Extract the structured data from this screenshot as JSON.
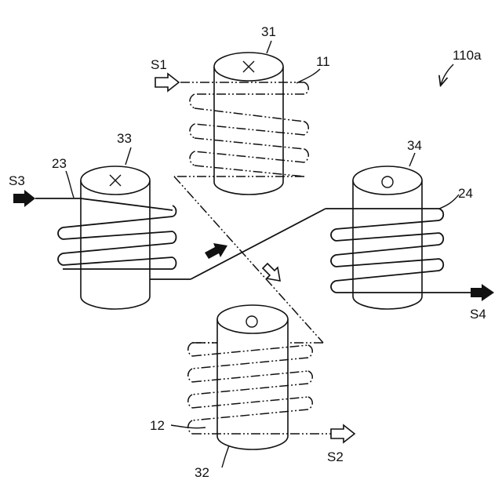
{
  "figure_ref": "110a",
  "labels": {
    "core_31": "31",
    "core_32": "32",
    "core_33": "33",
    "core_34": "34",
    "coil_11": "11",
    "coil_12": "12",
    "coil_23": "23",
    "coil_24": "24"
  },
  "signals": {
    "s1": "S1",
    "s2": "S2",
    "s3": "S3",
    "s4": "S4"
  },
  "markers": {
    "core_31": "×",
    "core_33": "×"
  }
}
